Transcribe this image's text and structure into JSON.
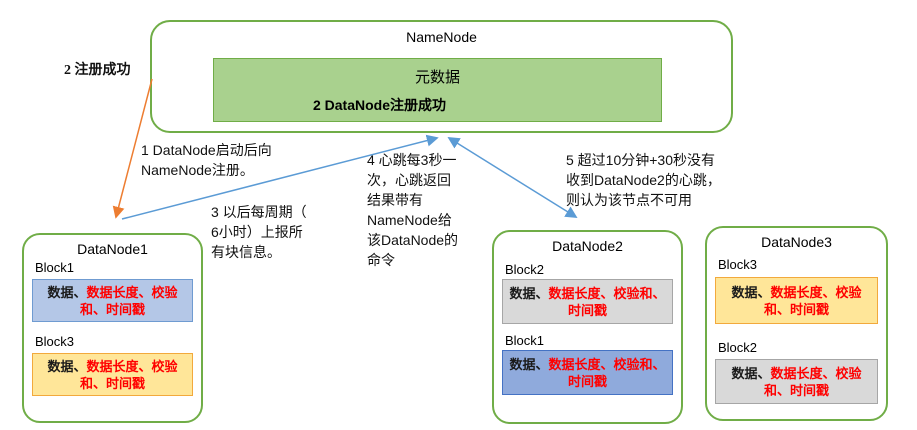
{
  "namenode": {
    "title": "NameNode",
    "meta": "元数据",
    "register": "2 DataNode注册成功"
  },
  "annotations": {
    "a1": "1 DataNode启动后向\nNameNode注册。",
    "a2": "2 注册成功",
    "a3": "3 以后每周期（\n6小时）上报所\n有块信息。",
    "a4": "4 心跳每3秒一\n次，心跳返回\n结果带有\nNameNode给\n该DataNode的\n命令",
    "a5": "5 超过10分钟+30秒没有\n收到DataNode2的心跳，\n则认为该节点不可用"
  },
  "datanodes": [
    {
      "title": "DataNode1",
      "blocks": [
        {
          "label": "Block1",
          "variant": "blue_light",
          "text_black": "数据、",
          "text_red": "数据长度、校验和、时间戳"
        },
        {
          "label": "Block3",
          "variant": "orange",
          "text_black": "数据、",
          "text_red": "数据长度、校验和、时间戳"
        }
      ]
    },
    {
      "title": "DataNode2",
      "blocks": [
        {
          "label": "Block2",
          "variant": "gray",
          "text_black": "数据、",
          "text_red": "数据长度、校验和、时间戳"
        },
        {
          "label": "Block1",
          "variant": "blue_dark",
          "text_black": "数据、",
          "text_red": "数据长度、校验和、时间戳"
        }
      ]
    },
    {
      "title": "DataNode3",
      "blocks": [
        {
          "label": "Block3",
          "variant": "orange",
          "text_black": "数据、",
          "text_red": "数据长度、校验和、时间戳"
        },
        {
          "label": "Block2",
          "variant": "gray",
          "text_black": "数据、",
          "text_red": "数据长度、校验和、时间戳"
        }
      ]
    }
  ],
  "colors": {
    "green_border": "#70ad47",
    "green_fill": "#a9d18e",
    "blue_arrow": "#5b9bd5",
    "orange_arrow": "#ed7d31",
    "red_text": "#ff0000",
    "block_variants": {
      "blue_light": {
        "fill": "#b4c7e7",
        "border": "#6f9bd1"
      },
      "blue_dark": {
        "fill": "#8faadc",
        "border": "#4472c4"
      },
      "orange": {
        "fill": "#ffe699",
        "border": "#f2a93c"
      },
      "gray": {
        "fill": "#d9d9d9",
        "border": "#a6a6a6"
      }
    }
  }
}
